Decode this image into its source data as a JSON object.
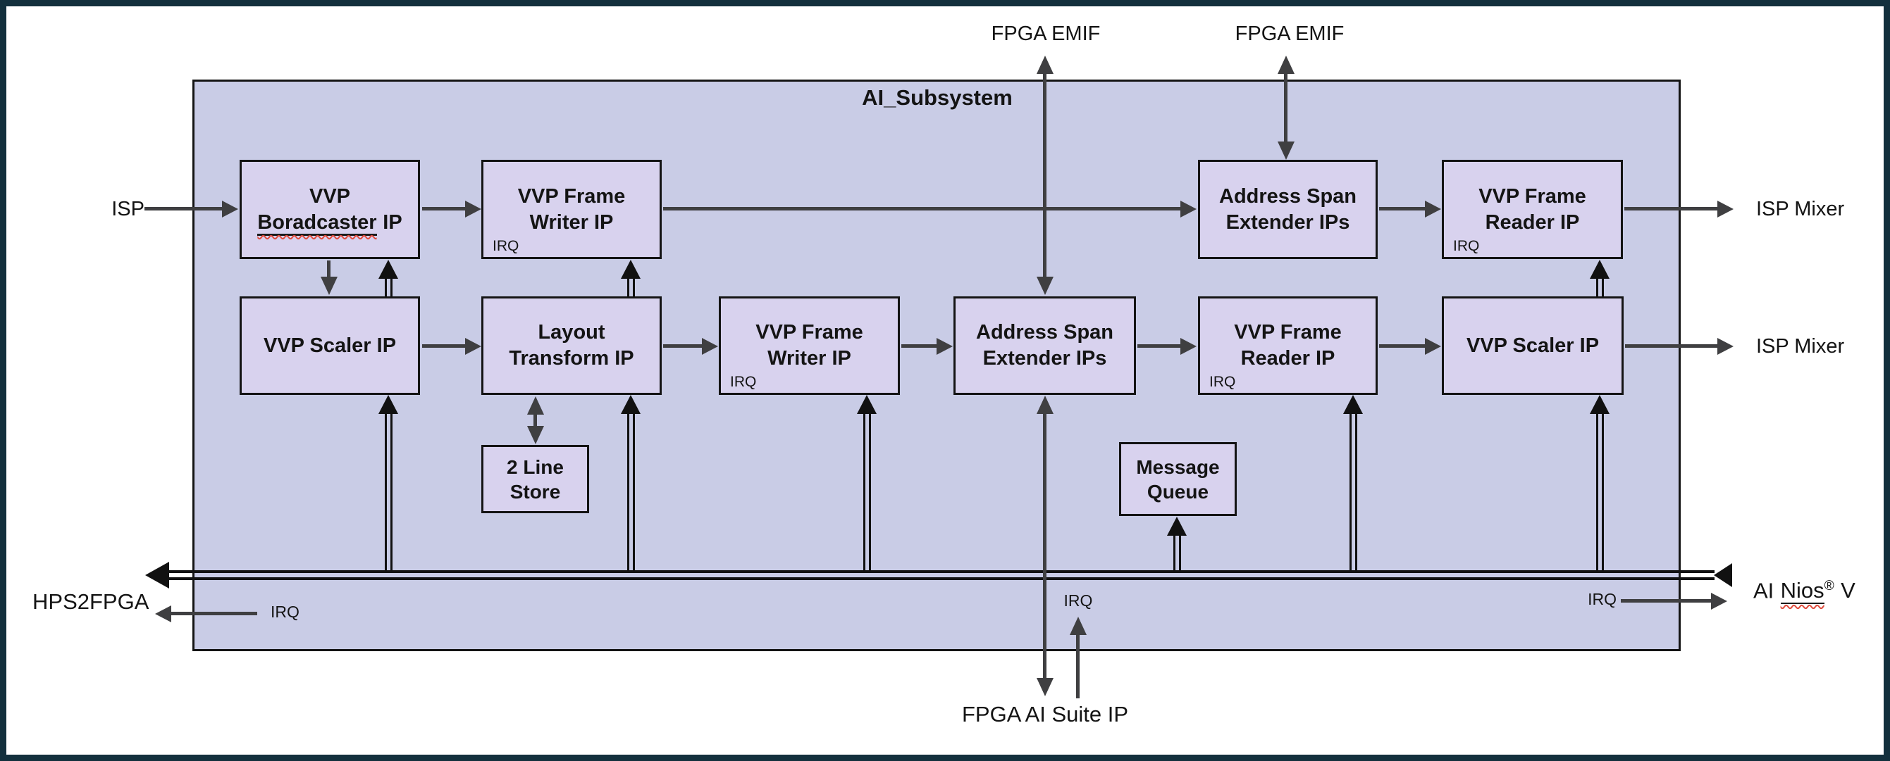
{
  "diagram": {
    "title": "AI_Subsystem",
    "blocks": {
      "broadcaster": {
        "line1": "VVP",
        "line2_word": "Boradcaster",
        "line2_rest": "IP"
      },
      "frame_writer_1": {
        "line1": "VVP Frame",
        "line2": "Writer IP",
        "irq": "IRQ"
      },
      "addr_span_1": {
        "line1": "Address Span",
        "line2": "Extender IPs"
      },
      "frame_reader_1": {
        "line1": "VVP Frame",
        "line2": "Reader IP",
        "irq": "IRQ"
      },
      "scaler_1": {
        "line1": "VVP Scaler IP"
      },
      "layout_transform": {
        "line1": "Layout",
        "line2": "Transform IP"
      },
      "frame_writer_2": {
        "line1": "VVP Frame",
        "line2": "Writer IP",
        "irq": "IRQ"
      },
      "addr_span_2": {
        "line1": "Address Span",
        "line2": "Extender IPs"
      },
      "frame_reader_2": {
        "line1": "VVP Frame",
        "line2": "Reader IP",
        "irq": "IRQ"
      },
      "scaler_2": {
        "line1": "VVP Scaler IP"
      },
      "line_store": {
        "line1": "2 Line",
        "line2": "Store"
      },
      "message_queue": {
        "line1": "Message",
        "line2": "Queue"
      }
    },
    "external_labels": {
      "fpga_emif_left": "FPGA EMIF",
      "fpga_emif_right": "FPGA EMIF",
      "isp_in": "ISP",
      "isp_mixer_top": "ISP Mixer",
      "isp_mixer_bottom": "ISP Mixer",
      "hps2fpga": "HPS2FPGA",
      "fpga_ai_suite": "FPGA AI Suite IP",
      "irq_left": "IRQ",
      "irq_center": "IRQ",
      "irq_right": "IRQ",
      "ai_nios_prefix": "AI",
      "ai_nios_word": "Nios",
      "ai_nios_reg": "®",
      "ai_nios_suffix": "V"
    },
    "colors": {
      "outer_border": "#13303d",
      "subsystem_fill": "#c9cce6",
      "block_fill": "#d8d2ee",
      "arrow_gray": "#3f3f41",
      "line_black": "#111111",
      "squiggle_red": "#e04b3d"
    }
  }
}
